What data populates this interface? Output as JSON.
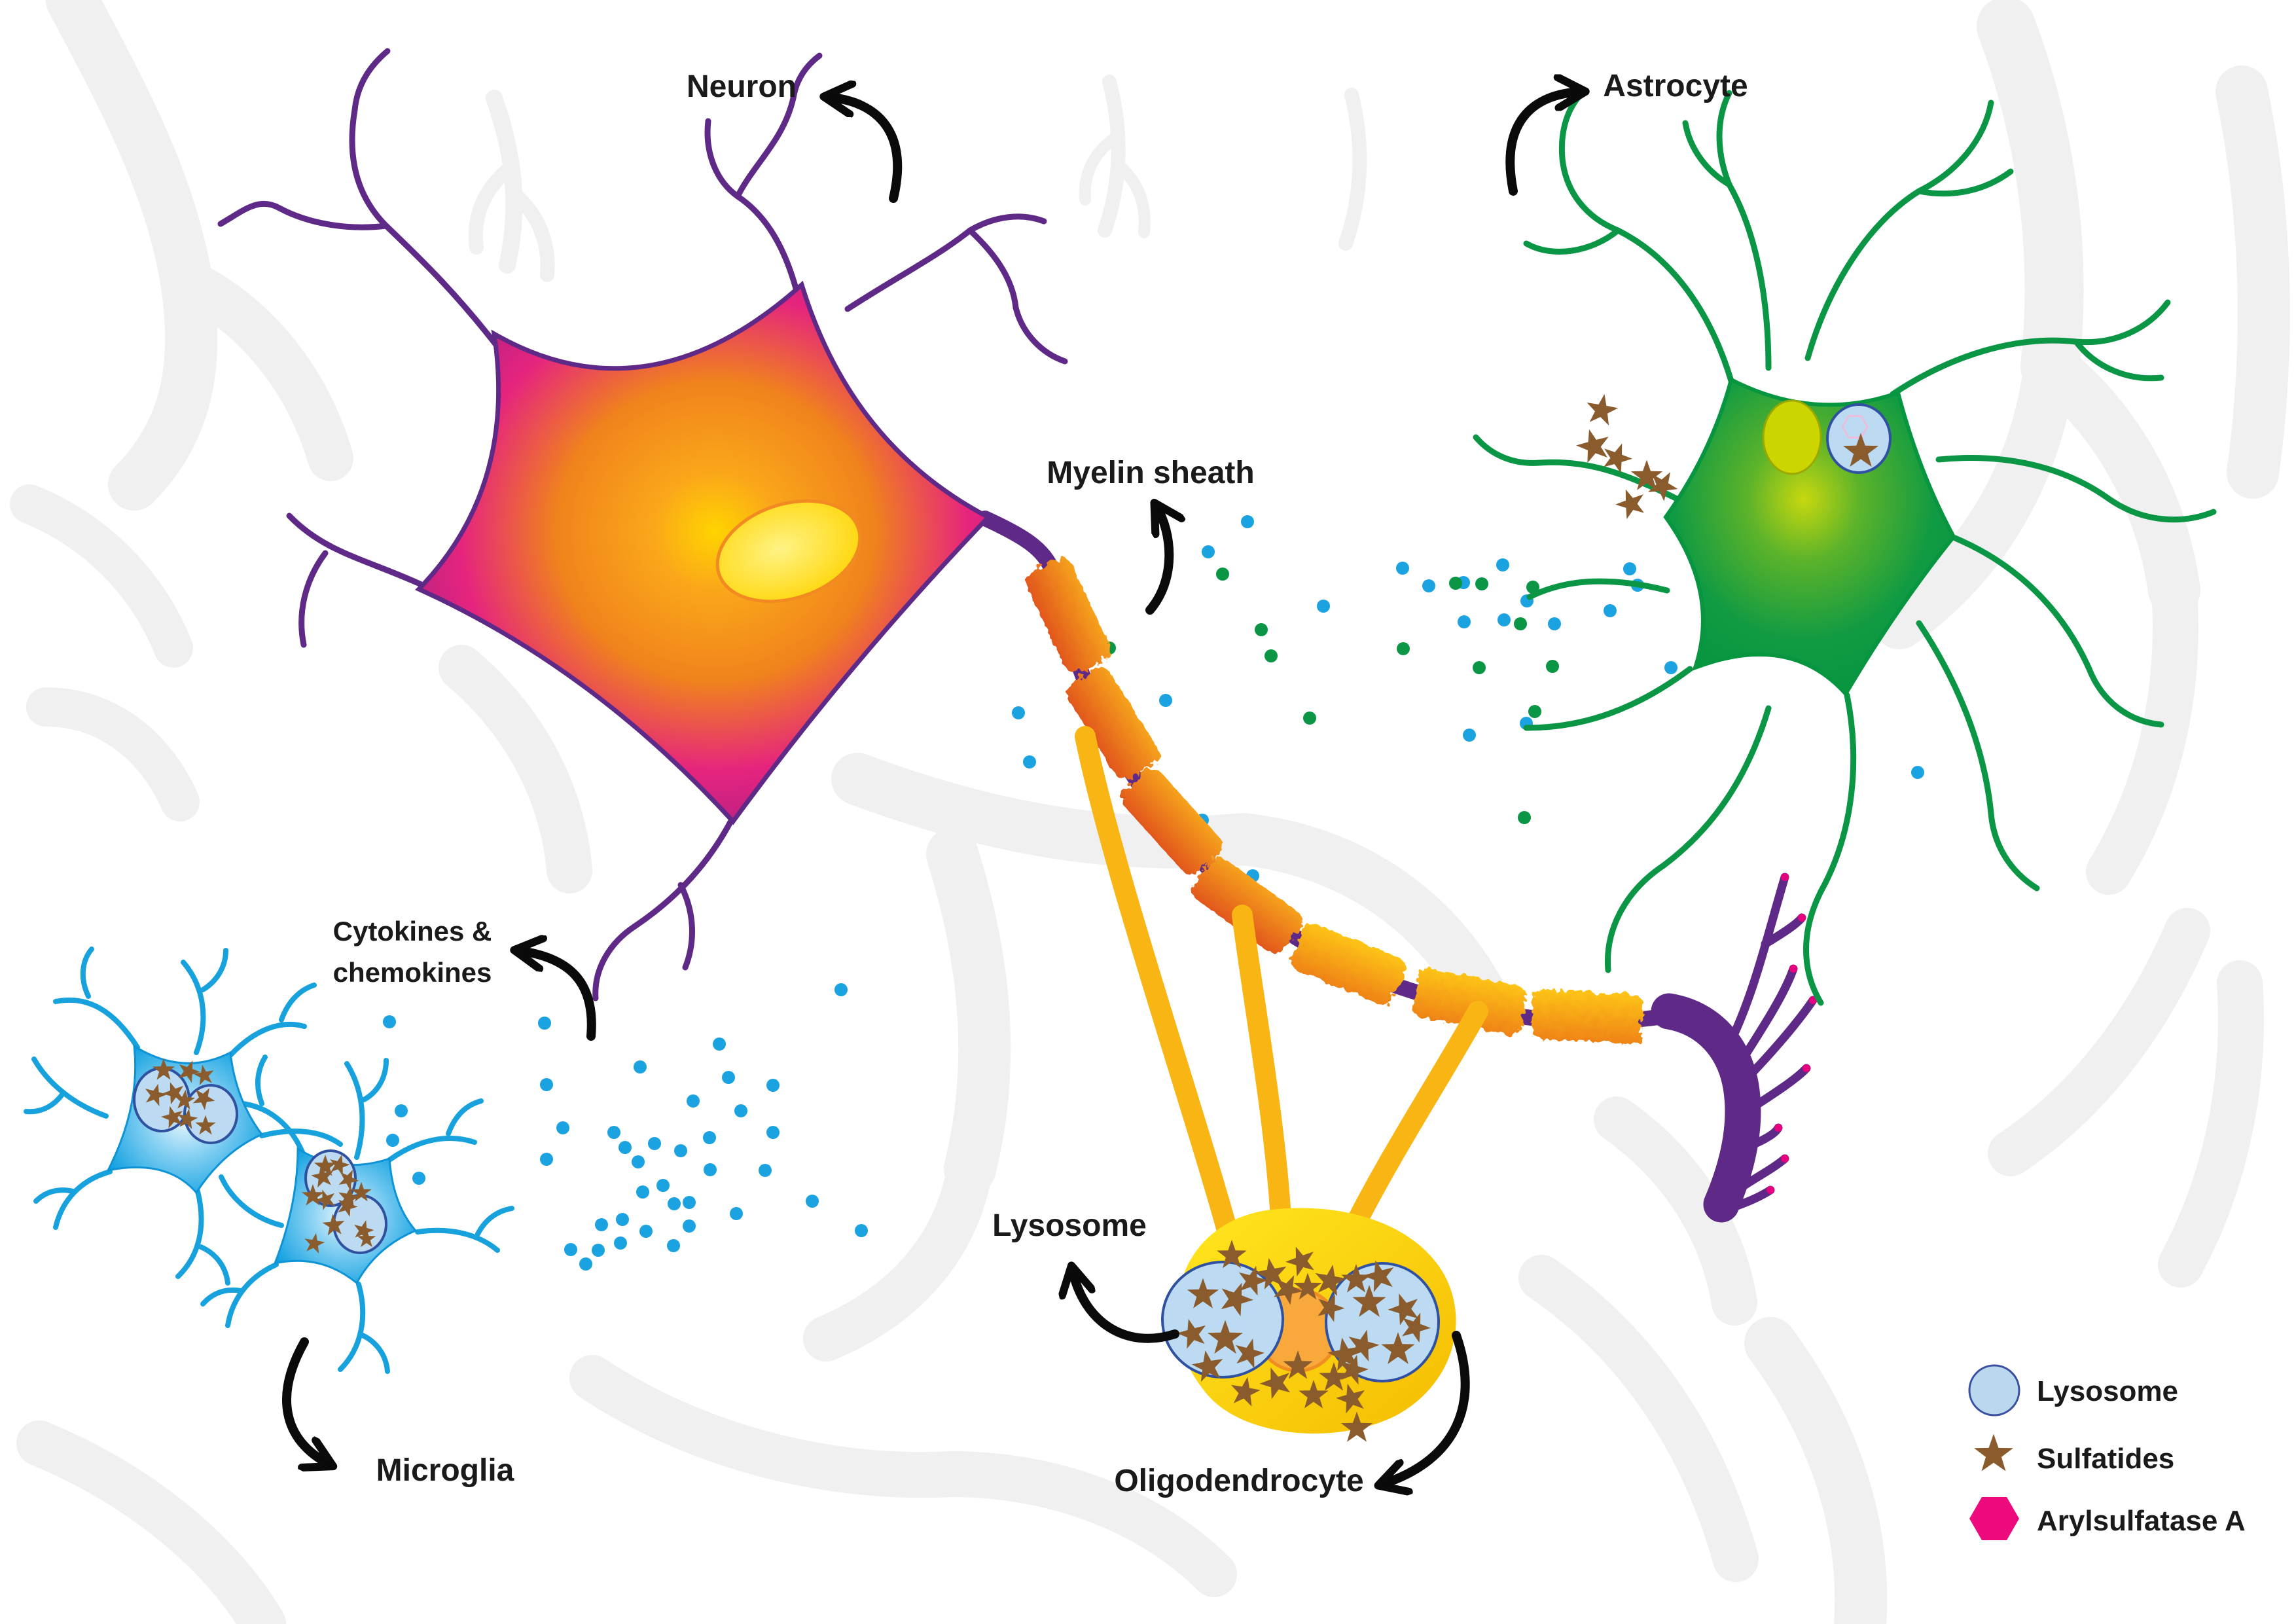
{
  "labels": {
    "neuron": "Neuron",
    "astrocyte": "Astrocyte",
    "myelin_sheath": "Myelin sheath",
    "cytokines_line1": "Cytokines &",
    "cytokines_line2": "chemokines",
    "microglia": "Microglia",
    "lysosome": "Lysosome",
    "oligodendrocyte": "Oligodendrocyte"
  },
  "legend": {
    "items": [
      {
        "label": "Lysosome",
        "marker": "lysosome-circle"
      },
      {
        "label": "Sulfatides",
        "marker": "sulfatide-star"
      },
      {
        "label": "Arylsulfatase A",
        "marker": "arylsulfatase-hexagon"
      }
    ]
  },
  "colors": {
    "arrow_black": "#0a0a0a",
    "neuron_purple": "#5f2a87",
    "neuron_pink": "#e6247e",
    "astrocyte_green": "#0a9644",
    "microglia_blue": "#12a3e3",
    "oligodendrocyte_yellow": "#ffdf00",
    "myelin_orange": "#f29111",
    "sulfatide_brown": "#8a5c2d",
    "lysosome_fill": "#bcdbf2",
    "lysosome_stroke": "#3050a0",
    "arylsulfatase_pink": "#ed0a7d",
    "dot_blue": "#1ba2e0",
    "dot_green": "#0a9644"
  },
  "particles": {
    "blue_dots": [
      [
        2143,
        868
      ],
      [
        2183,
        895
      ],
      [
        2236,
        890
      ],
      [
        2296,
        863
      ],
      [
        2333,
        918
      ],
      [
        2237,
        950
      ],
      [
        2298,
        947
      ],
      [
        2375,
        953
      ],
      [
        2460,
        933
      ],
      [
        2490,
        869
      ],
      [
        2502,
        894
      ],
      [
        2245,
        1123
      ],
      [
        2332,
        1105
      ],
      [
        1906,
        797
      ],
      [
        1846,
        843
      ],
      [
        2022,
        926
      ],
      [
        1673,
        1056
      ],
      [
        1556,
        1089
      ],
      [
        1573,
        1164
      ],
      [
        1781,
        1070
      ],
      [
        1837,
        1253
      ],
      [
        1914,
        1338
      ],
      [
        2930,
        1180
      ],
      [
        2553,
        1020
      ],
      [
        832,
        1563
      ],
      [
        1099,
        1595
      ],
      [
        978,
        1630
      ],
      [
        835,
        1657
      ],
      [
        1113,
        1646
      ],
      [
        1181,
        1658
      ],
      [
        1059,
        1682
      ],
      [
        1132,
        1697
      ],
      [
        860,
        1723
      ],
      [
        938,
        1730
      ],
      [
        1000,
        1747
      ],
      [
        955,
        1753
      ],
      [
        1181,
        1730
      ],
      [
        1084,
        1738
      ],
      [
        975,
        1775
      ],
      [
        835,
        1771
      ],
      [
        1040,
        1758
      ],
      [
        1085,
        1787
      ],
      [
        1169,
        1788
      ],
      [
        1013,
        1811
      ],
      [
        982,
        1821
      ],
      [
        1030,
        1839
      ],
      [
        1053,
        1837
      ],
      [
        1125,
        1854
      ],
      [
        1241,
        1835
      ],
      [
        919,
        1871
      ],
      [
        951,
        1863
      ],
      [
        987,
        1881
      ],
      [
        1053,
        1873
      ],
      [
        948,
        1899
      ],
      [
        872,
        1909
      ],
      [
        914,
        1910
      ],
      [
        895,
        1931
      ],
      [
        1029,
        1903
      ],
      [
        1316,
        1880
      ],
      [
        1285,
        1512
      ],
      [
        595,
        1561
      ],
      [
        613,
        1697
      ],
      [
        600,
        1742
      ],
      [
        640,
        1800
      ]
    ],
    "green_dots": [
      [
        2224,
        891
      ],
      [
        2264,
        892
      ],
      [
        2144,
        991
      ],
      [
        2260,
        1020
      ],
      [
        2345,
        1087
      ],
      [
        2372,
        1018
      ],
      [
        1695,
        990
      ],
      [
        1868,
        877
      ],
      [
        1927,
        962
      ],
      [
        1942,
        1002
      ],
      [
        2001,
        1097
      ],
      [
        2329,
        1249
      ],
      [
        2323,
        953
      ],
      [
        2342,
        897
      ]
    ]
  },
  "sulfatides": {
    "astrocyte": [
      [
        2447,
        627,
        0.85,
        10
      ],
      [
        2435,
        682,
        0.9,
        -15
      ],
      [
        2470,
        700,
        0.8,
        20
      ],
      [
        2516,
        728,
        0.85,
        0
      ],
      [
        2540,
        742,
        0.8,
        30
      ],
      [
        2492,
        770,
        0.8,
        -20
      ]
    ],
    "astro_lysosome": [
      [
        2843,
        690,
        0.95,
        0
      ]
    ],
    "microglia_1": [
      [
        250,
        1635,
        0.6,
        0
      ],
      [
        288,
        1637,
        0.6,
        20
      ],
      [
        312,
        1643,
        0.55,
        -10
      ],
      [
        237,
        1673,
        0.6,
        15
      ],
      [
        266,
        1670,
        0.6,
        -20
      ],
      [
        282,
        1681,
        0.55,
        5
      ],
      [
        311,
        1678,
        0.6,
        30
      ],
      [
        264,
        1707,
        0.6,
        -15
      ],
      [
        286,
        1710,
        0.55,
        10
      ],
      [
        314,
        1720,
        0.55,
        0
      ]
    ],
    "microglia_2": [
      [
        497,
        1782,
        0.6,
        0
      ],
      [
        518,
        1780,
        0.55,
        15
      ],
      [
        493,
        1798,
        0.6,
        -10
      ],
      [
        532,
        1802,
        0.55,
        25
      ],
      [
        478,
        1827,
        0.6,
        0
      ],
      [
        498,
        1833,
        0.55,
        -20
      ],
      [
        533,
        1830,
        0.6,
        10
      ],
      [
        552,
        1822,
        0.55,
        0
      ],
      [
        530,
        1843,
        0.55,
        20
      ],
      [
        510,
        1872,
        0.6,
        -5
      ],
      [
        555,
        1880,
        0.55,
        15
      ],
      [
        560,
        1893,
        0.5,
        0
      ],
      [
        480,
        1900,
        0.55,
        10
      ]
    ],
    "oligo_cytoplasm": [
      [
        1882,
        1918,
        0.8,
        0
      ],
      [
        1913,
        1957,
        0.8,
        15
      ],
      [
        1943,
        1947,
        0.85,
        -10
      ],
      [
        1967,
        1970,
        0.8,
        25
      ],
      [
        1998,
        1967,
        0.75,
        0
      ],
      [
        1988,
        1927,
        0.8,
        -20
      ],
      [
        2032,
        1957,
        0.85,
        10
      ],
      [
        2072,
        1955,
        0.8,
        0
      ],
      [
        2108,
        1950,
        0.85,
        -15
      ],
      [
        2032,
        1998,
        0.75,
        20
      ],
      [
        1983,
        2087,
        0.8,
        0
      ],
      [
        2055,
        2070,
        0.9,
        -10
      ],
      [
        2067,
        2093,
        0.8,
        15
      ],
      [
        2038,
        2105,
        0.8,
        0
      ],
      [
        1950,
        2113,
        0.85,
        -20
      ],
      [
        1902,
        2127,
        0.8,
        10
      ],
      [
        2007,
        2132,
        0.8,
        0
      ],
      [
        2065,
        2137,
        0.8,
        -15
      ],
      [
        2162,
        2028,
        0.8,
        20
      ],
      [
        2073,
        2182,
        0.85,
        0
      ]
    ],
    "oligo_lysosome_left": [
      [
        1838,
        1978,
        0.85,
        0
      ],
      [
        1888,
        1985,
        0.9,
        20
      ],
      [
        1822,
        2038,
        0.8,
        -15
      ],
      [
        1872,
        2045,
        0.95,
        0
      ],
      [
        1908,
        2068,
        0.8,
        15
      ],
      [
        1846,
        2088,
        0.85,
        -10
      ]
    ],
    "oligo_lysosome_right": [
      [
        2092,
        1990,
        0.9,
        0
      ],
      [
        2146,
        2000,
        0.85,
        -20
      ],
      [
        2082,
        2056,
        0.85,
        15
      ],
      [
        2136,
        2062,
        0.9,
        0
      ]
    ]
  },
  "lysosomes": {
    "astrocyte": [
      [
        2840,
        670,
        48,
        52
      ]
    ],
    "microglia_1": [
      [
        247,
        1680,
        42,
        48
      ],
      [
        322,
        1702,
        40,
        44
      ]
    ],
    "microglia_2": [
      [
        505,
        1800,
        38,
        42
      ],
      [
        550,
        1870,
        40,
        44
      ]
    ],
    "oligodendrocyte": [
      [
        1868,
        2016,
        92,
        88
      ],
      [
        2112,
        2020,
        86,
        90
      ]
    ]
  }
}
